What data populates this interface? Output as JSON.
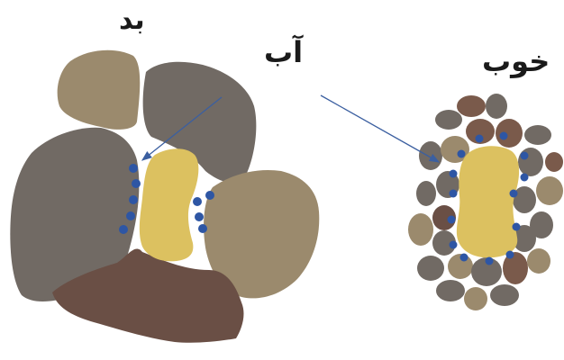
{
  "labels": {
    "bad": "بد",
    "water": "آب",
    "good": "خوب"
  },
  "colors": {
    "stone_gray": "#716a64",
    "stone_tan": "#9b8a6d",
    "stone_brown": "#7a5a4b",
    "stone_dark_brown": "#6a4f45",
    "core_yellow": "#dcc160",
    "water_dot": "#2e56a4",
    "arrow": "#3b5fa0"
  },
  "icons": [
    "arrow-to-bad-pocket",
    "arrow-to-good-pocket"
  ]
}
